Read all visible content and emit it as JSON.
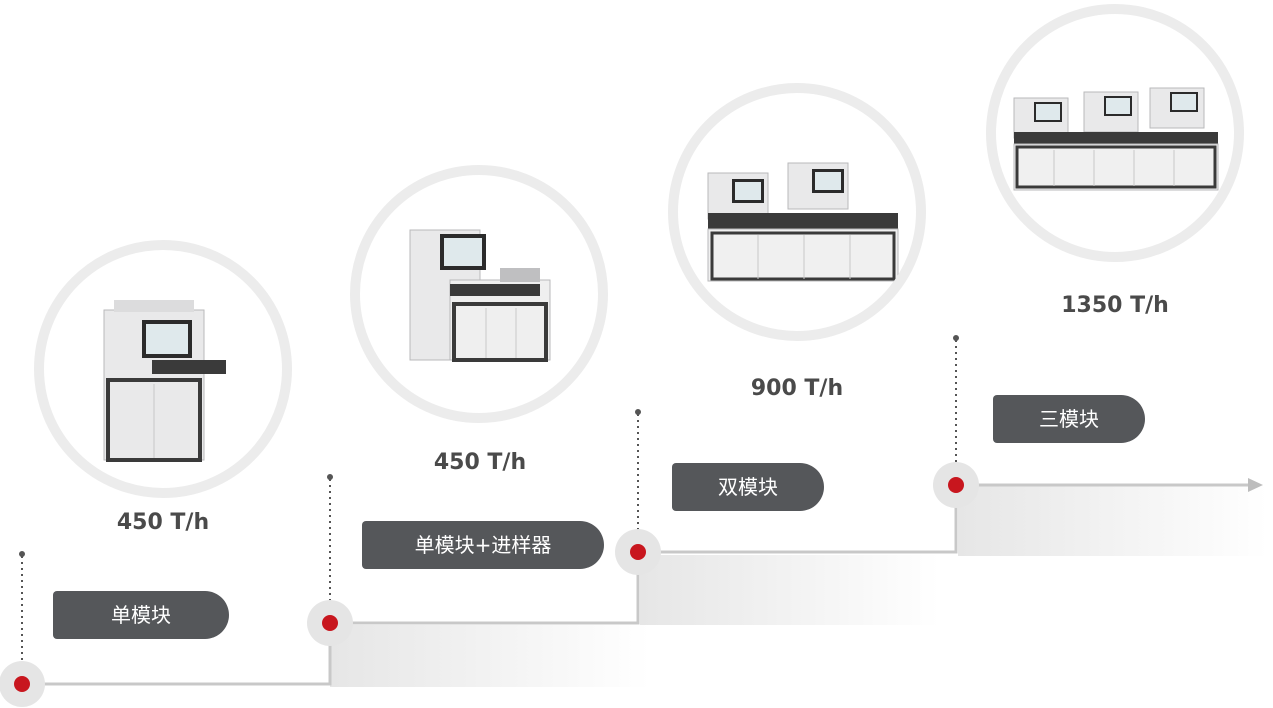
{
  "stages": [
    {
      "label": "单模块",
      "throughput": "450 T/h",
      "modules": 1
    },
    {
      "label": "单模块+进样器",
      "throughput": "450 T/h",
      "modules": 1
    },
    {
      "label": "双模块",
      "throughput": "900 T/h",
      "modules": 2
    },
    {
      "label": "三模块",
      "throughput": "1350 T/h",
      "modules": 3
    }
  ],
  "colors": {
    "accent": "#c8161e",
    "tag_bg": "#55575a",
    "line": "#c8c8c8"
  }
}
